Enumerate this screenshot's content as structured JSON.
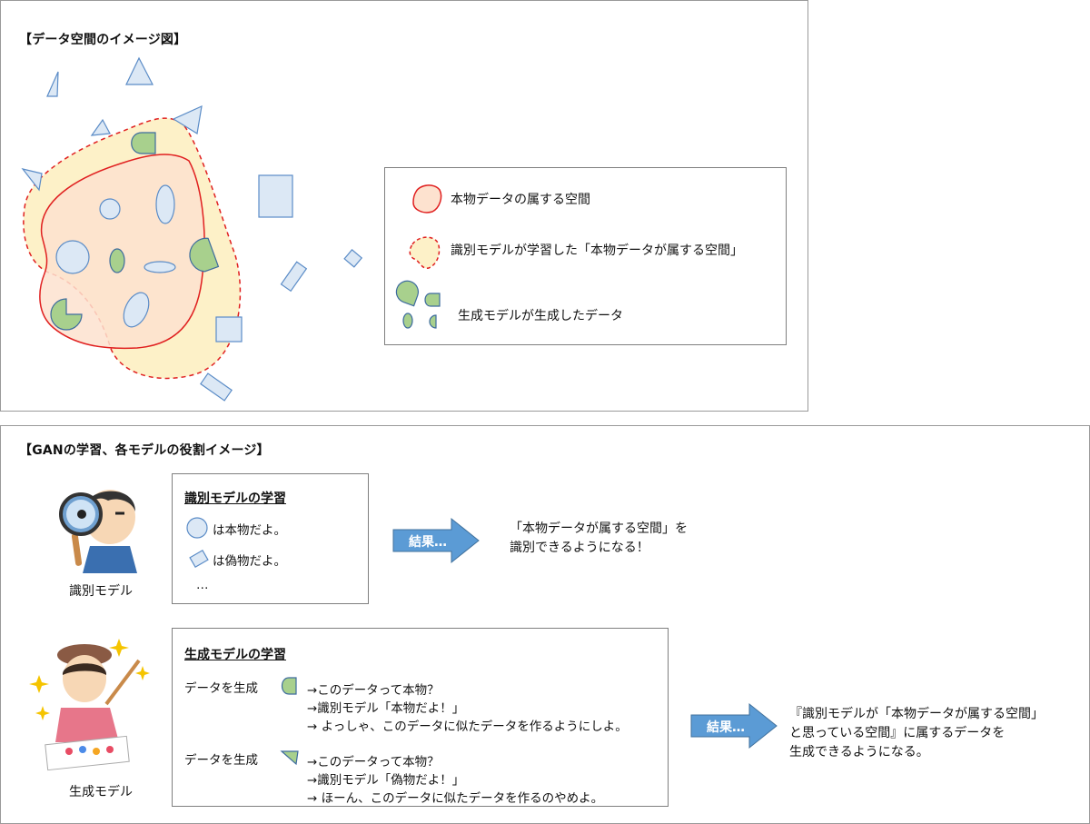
{
  "panel1": {
    "heading": "【データ空間のイメージ図】",
    "legend": {
      "real_space": "本物データの属する空間",
      "learned_space": "識別モデルが学習した「本物データが属する空間」",
      "generated_data": "生成モデルが生成したデータ"
    }
  },
  "panel2": {
    "heading": "【GANの学習、各モデルの役割イメージ】",
    "discriminator": {
      "caption": "識別モデル",
      "box_title": "識別モデルの学習",
      "line1": "は本物だよ。",
      "line2": "は偽物だよ。",
      "line3": "…",
      "arrow_label": "結果…",
      "result_line1": "「本物データが属する空間」を",
      "result_line2": "識別できるようになる！"
    },
    "generator": {
      "caption": "生成モデル",
      "box_title": "生成モデルの学習",
      "case1_label": "データを生成",
      "case1_line1": "→このデータって本物？",
      "case1_line2": "→識別モデル「本物だよ！」",
      "case1_line3": "→ よっしゃ、このデータに似たデータを作るようにしよ。",
      "case2_label": "データを生成",
      "case2_line1": "→このデータって本物？",
      "case2_line2": "→識別モデル「偽物だよ！」",
      "case2_line3": "→ ほーん、このデータに似たデータを作るのやめよ。",
      "arrow_label": "結果…",
      "result_line1": "『識別モデルが「本物データが属する空間」",
      "result_line2": "と思っている空間』に属するデータを",
      "result_line3": "生成できるようになる。"
    }
  },
  "colors": {
    "real_shape_fill": "#dce8f5",
    "real_shape_stroke": "#5b8cc7",
    "generated_fill": "#a8d08d",
    "generated_stroke": "#3d6b9e",
    "real_region_fill": "#fde2cf",
    "real_region_stroke": "#e02020",
    "learned_region_fill": "#fdf1c8",
    "arrow_fill": "#5b9bd5"
  }
}
